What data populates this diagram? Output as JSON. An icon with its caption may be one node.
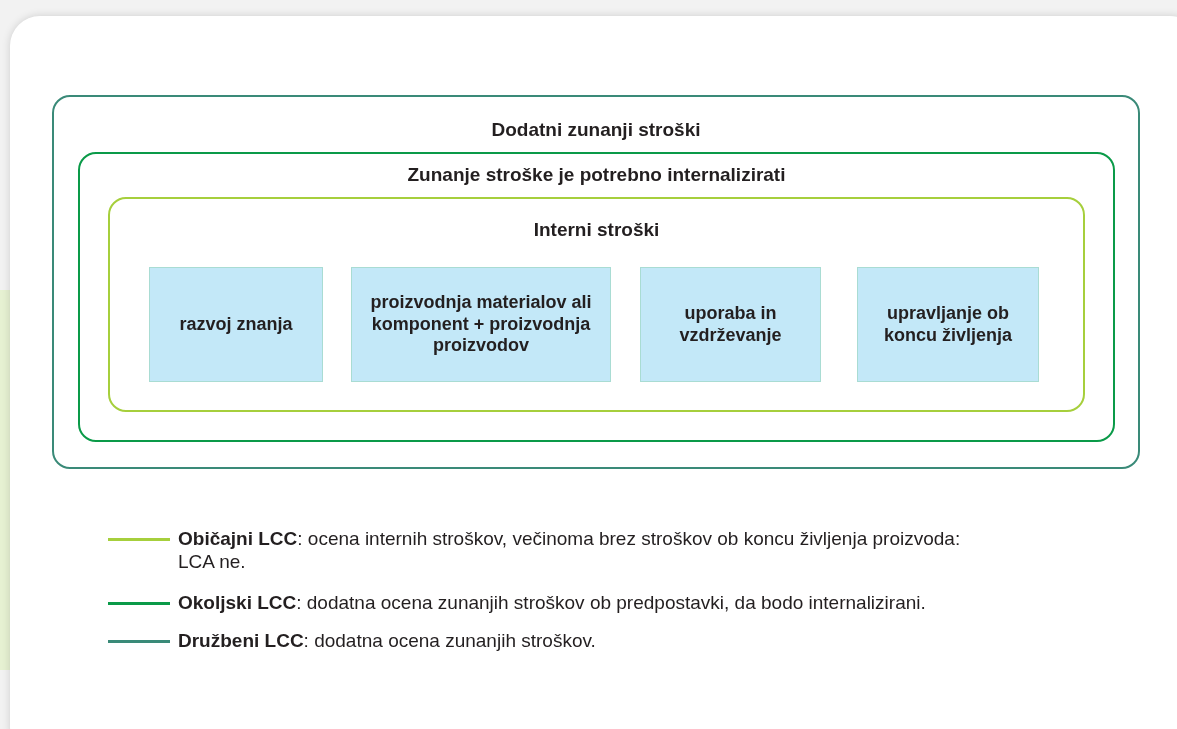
{
  "diagram": {
    "nodes": [
      {
        "text": [
          "Dodatni zunanji stroški"
        ]
      },
      {
        "text": [
          "Zunanje stroške je potrebno internalizirati"
        ],
        "in": 0
      },
      {
        "text": [
          "Interni stroški"
        ],
        "in": 1
      },
      {
        "text": [
          "razvoj znanja"
        ],
        "in": 2
      },
      {
        "text": [
          "proizvodnja materialov ali komponent + proizvodnja proizvodov"
        ],
        "in": 2
      },
      {
        "text": [
          "uporaba in vzdrževanje"
        ],
        "in": 2
      },
      {
        "text": [
          "upravljanje ob koncu življenja"
        ],
        "in": 2
      }
    ],
    "edges": [],
    "legend": [
      {
        "text": "**Običajni LCC**: ocena internih stroškov, večinoma brez stroškov ob koncu življenja proizvoda: LCA ne."
      },
      {
        "text": "**Okoljski LCC**: dodatna ocena zunanjih stroškov ob predpostavki, da bodo internalizirani."
      },
      {
        "text": "**Družbeni LCC**: dodatna ocena zunanjih stroškov."
      }
    ]
  }
}
